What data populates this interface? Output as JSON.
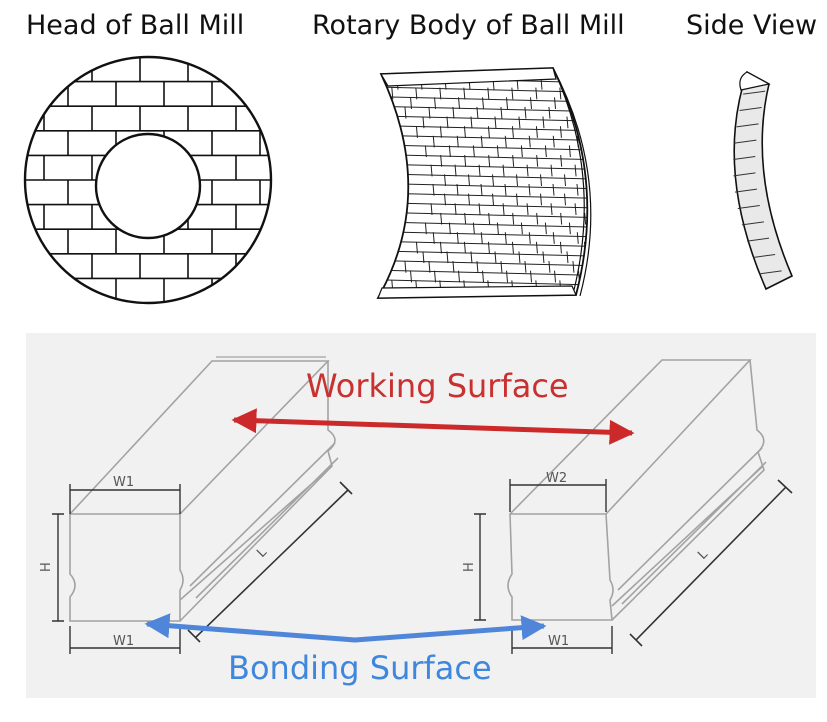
{
  "top_captions": {
    "head": "Head of Ball Mill",
    "body": "Rotary Body of Ball Mill",
    "side": "Side View"
  },
  "surfaces": {
    "working": "Working Surface",
    "bonding": "Bonding Surface"
  },
  "dimensions": {
    "left_top_width": "W1",
    "left_bottom_width": "W1",
    "left_height": "H",
    "left_length": "L",
    "right_top_width": "W2",
    "right_bottom_width": "W1",
    "right_height": "H",
    "right_length": "L"
  },
  "colors": {
    "working_arrow": "#cc2a2a",
    "bonding_arrow": "#4f86d9",
    "working_text": "#c93030",
    "bonding_text": "#3f87dd"
  }
}
